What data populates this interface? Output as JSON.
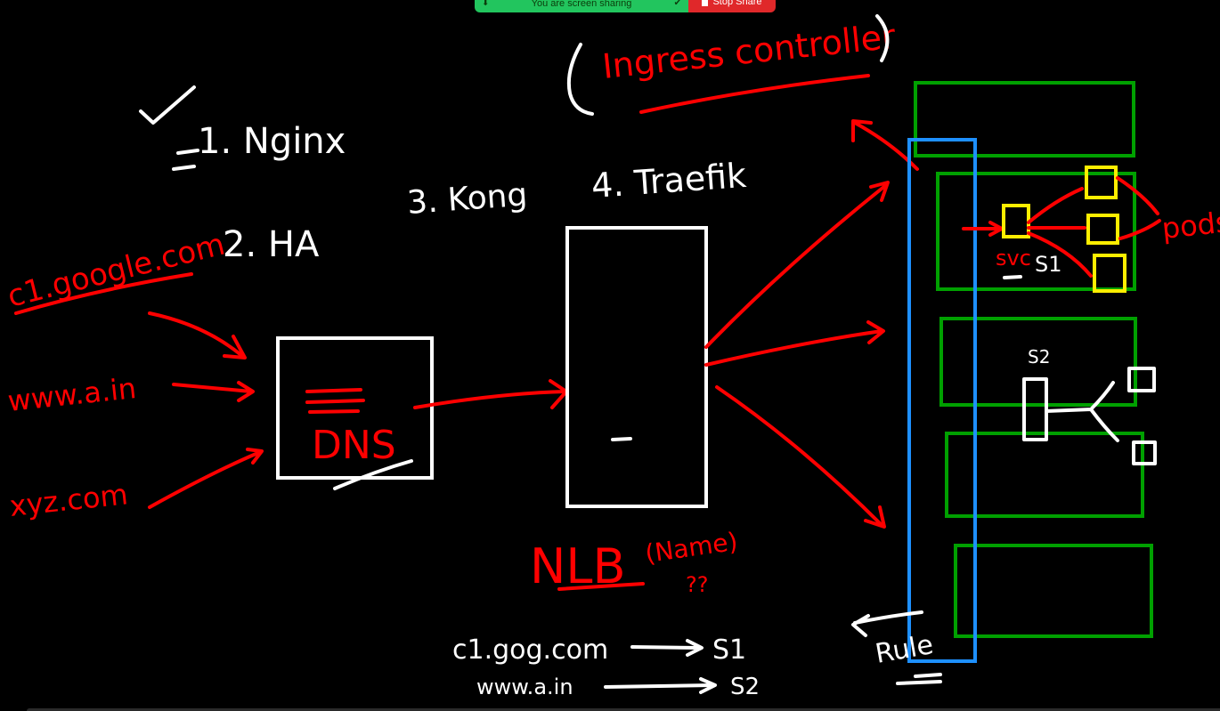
{
  "share_bar": {
    "status_text": "You are screen sharing",
    "stop_label": "Stop Share",
    "indicator_color": "#22c55e",
    "stop_color": "#e0282a"
  },
  "whiteboard": {
    "heading": "Ingress controller",
    "list": {
      "item1": "1. Nginx",
      "item2": "2. HA",
      "item3": "3. Kong",
      "item4": "4. Traefik"
    },
    "domains": [
      "c1.google.com",
      "www.a.in",
      "xyz.com"
    ],
    "dns_label": "DNS",
    "nlb_label": "NLB",
    "nlb_note": "(Name)",
    "nlb_note_2": "??",
    "rule_label": "Rule",
    "svc_label": "svc",
    "s1_label": "S1",
    "s2_label": "S2",
    "pods_label": "pods",
    "mappings": [
      {
        "from": "c1.gog.com",
        "to": "S1"
      },
      {
        "from": "www.a.in",
        "to": "S2"
      }
    ],
    "colors": {
      "ink_white": "#ffffff",
      "ink_red": "#ff0000",
      "node_green": "#00a000",
      "rule_blue": "#1e90ff",
      "pod_yellow": "#ffee00"
    }
  }
}
